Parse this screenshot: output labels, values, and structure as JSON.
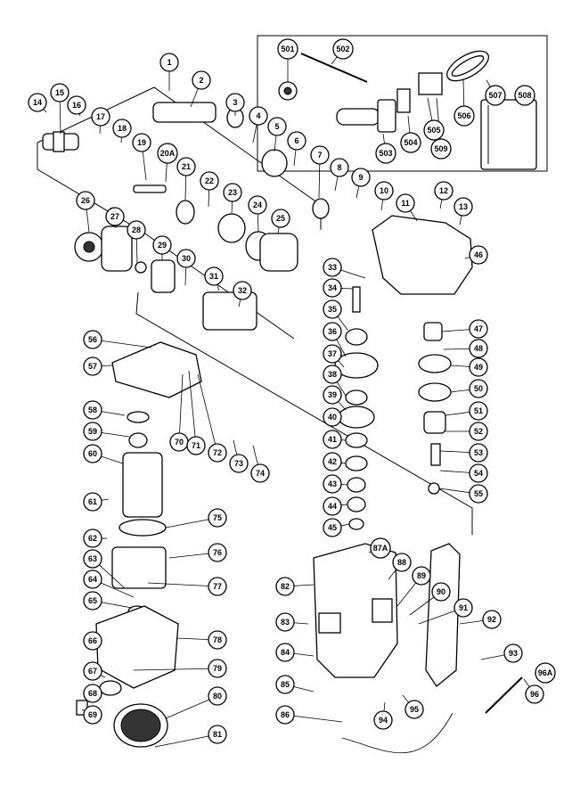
{
  "callouts": [
    "1",
    "2",
    "3",
    "4",
    "5",
    "6",
    "7",
    "8",
    "9",
    "10",
    "11",
    "12",
    "13",
    "14",
    "15",
    "16",
    "17",
    "18",
    "19",
    "20A",
    "21",
    "22",
    "23",
    "24",
    "25",
    "26",
    "27",
    "28",
    "29",
    "30",
    "31",
    "32",
    "33",
    "34",
    "35",
    "36",
    "37",
    "38",
    "39",
    "40",
    "41",
    "42",
    "43",
    "44",
    "45",
    "46",
    "47",
    "48",
    "49",
    "50",
    "51",
    "52",
    "53",
    "54",
    "55",
    "56",
    "57",
    "58",
    "59",
    "60",
    "61",
    "62",
    "63",
    "64",
    "65",
    "66",
    "67",
    "68",
    "69",
    "70",
    "71",
    "72",
    "73",
    "74",
    "75",
    "76",
    "77",
    "78",
    "79",
    "80",
    "81",
    "82",
    "83",
    "84",
    "85",
    "86",
    "87A",
    "88",
    "89",
    "90",
    "91",
    "92",
    "93",
    "94",
    "95",
    "96",
    "96A",
    "501",
    "502",
    "503",
    "504",
    "505",
    "506",
    "507",
    "508",
    "509"
  ]
}
